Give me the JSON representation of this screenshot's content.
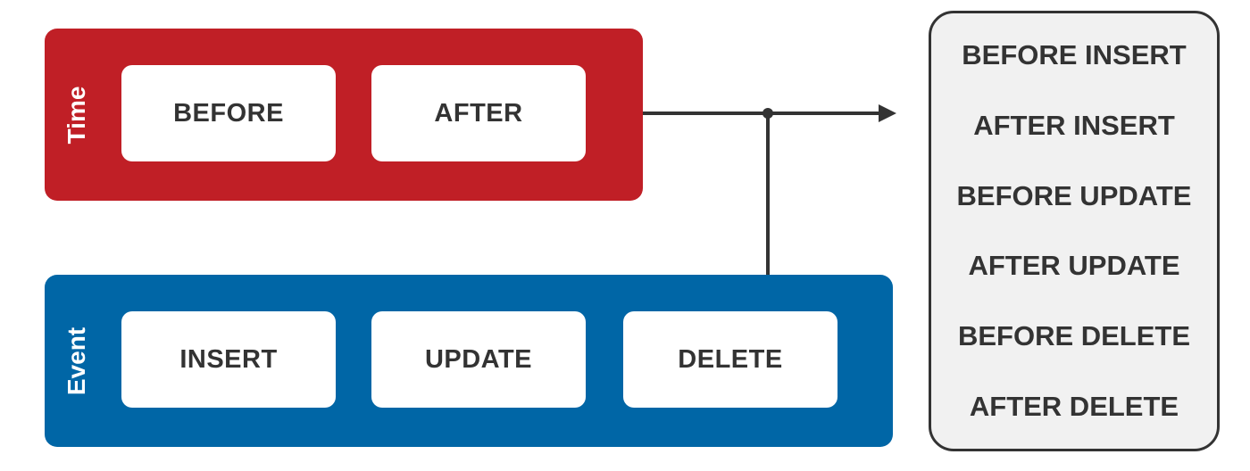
{
  "time_group": {
    "label": "Time",
    "color": "#c01f26",
    "items": [
      "BEFORE",
      "AFTER"
    ]
  },
  "event_group": {
    "label": "Event",
    "color": "#0066a6",
    "items": [
      "INSERT",
      "UPDATE",
      "DELETE"
    ]
  },
  "result_list": {
    "items": [
      "BEFORE INSERT",
      "AFTER INSERT",
      "BEFORE UPDATE",
      "AFTER UPDATE",
      "BEFORE DELETE",
      "AFTER DELETE"
    ]
  }
}
